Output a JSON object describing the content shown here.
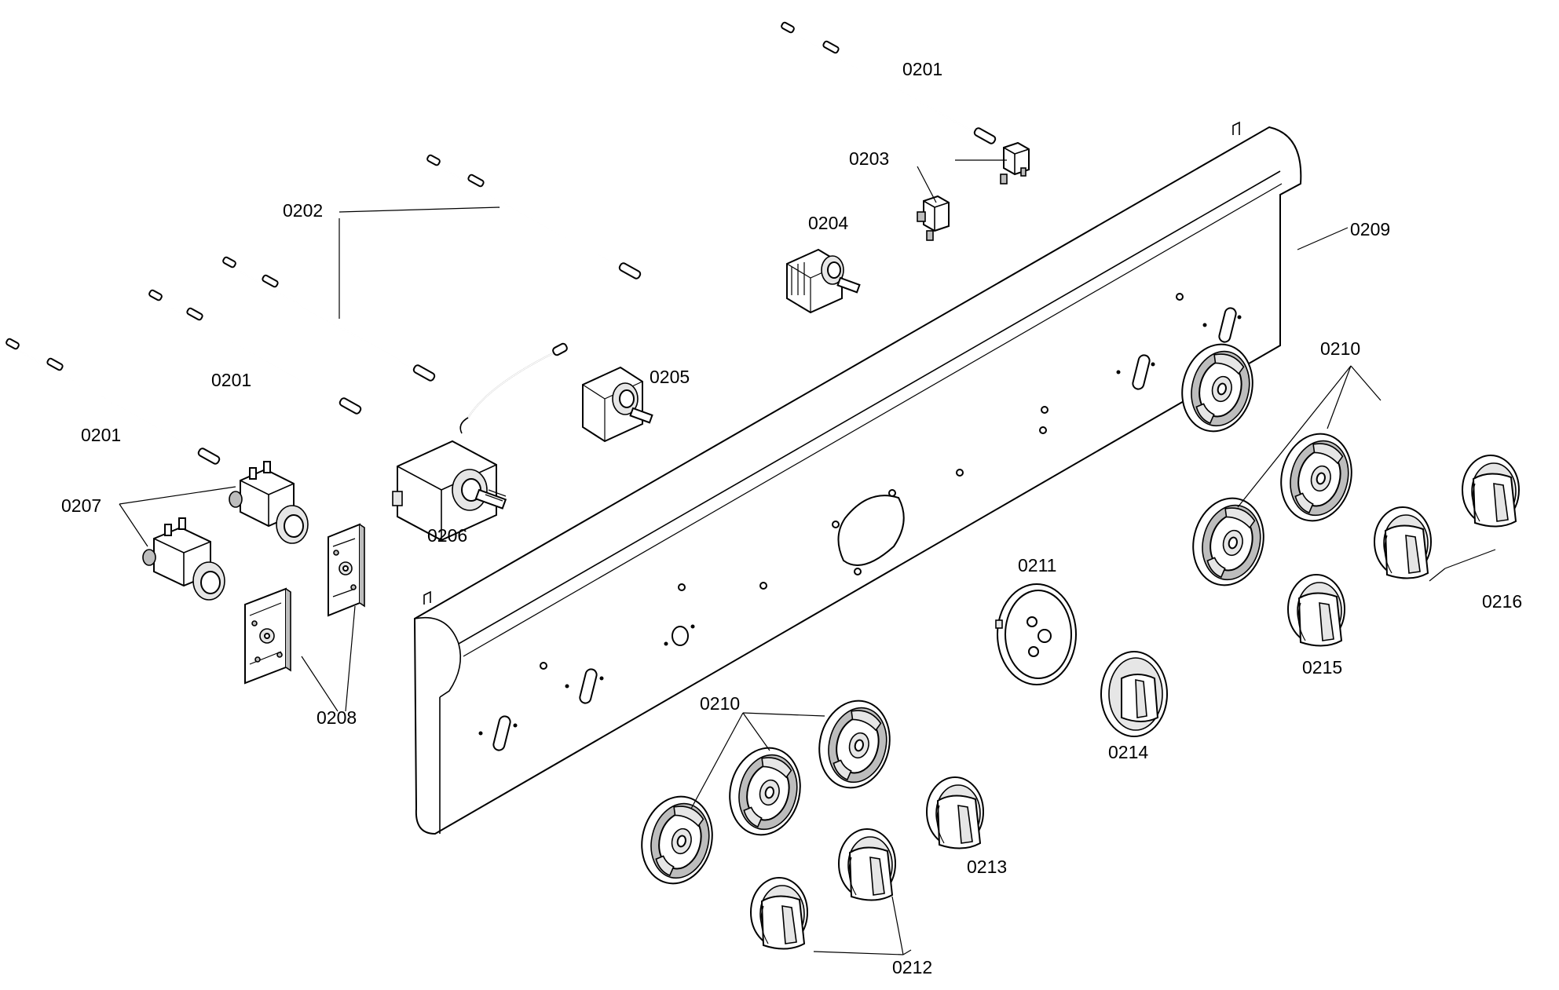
{
  "diagram": {
    "labels": {
      "p0201_top": "0201",
      "p0201_mid": "0201",
      "p0201_left": "0201",
      "p0202": "0202",
      "p0203": "0203",
      "p0204": "0204",
      "p0205": "0205",
      "p0206": "0206",
      "p0207": "0207",
      "p0208": "0208",
      "p0209": "0209",
      "p0210_right": "0210",
      "p0210_left": "0210",
      "p0211": "0211",
      "p0212": "0212",
      "p0213": "0213",
      "p0214": "0214",
      "p0215": "0215",
      "p0216": "0216"
    }
  }
}
